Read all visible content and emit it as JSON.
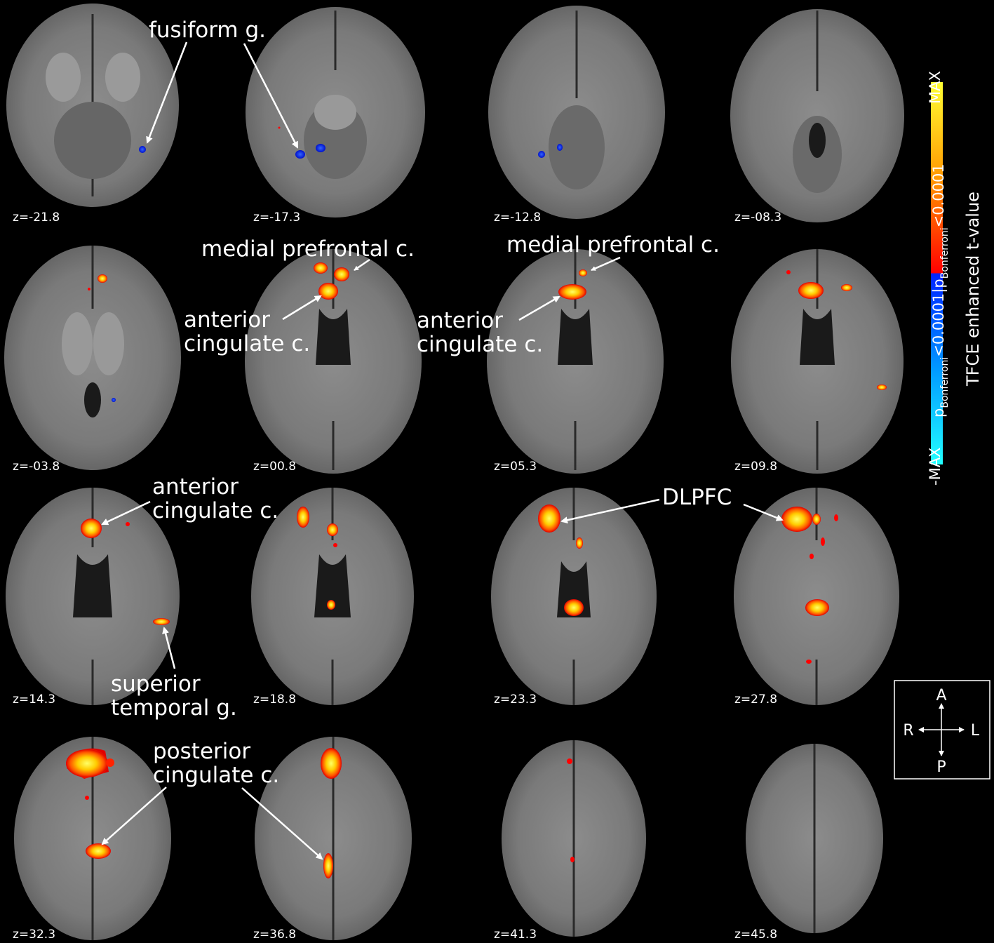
{
  "slices": [
    "z=-21.8",
    "z=-17.3",
    "z=-12.8",
    "z=-08.3",
    "z=-03.8",
    "z=00.8",
    "z=05.3",
    "z=09.8",
    "z=14.3",
    "z=18.8",
    "z=23.3",
    "z=27.8",
    "z=32.3",
    "z=36.8",
    "z=41.3",
    "z=45.8"
  ],
  "annotations": {
    "fusiform": "fusiform g.",
    "mpfc_1": "medial prefrontal c.",
    "mpfc_2": "medial prefrontal c.",
    "acc_1_line1": "anterior",
    "acc_1_line2": "cingulate c.",
    "acc_2_line1": "anterior",
    "acc_2_line2": "cingulate c.",
    "acc_3_line1": "anterior",
    "acc_3_line2": "cingulate c.",
    "stg_line1": "superior",
    "stg_line2": "temporal g.",
    "dlpfc": "DLPFC",
    "pcc_line1": "posterior",
    "pcc_line2": "cingulate c."
  },
  "colorbar": {
    "max_label": "MAX",
    "min_label": "-MAX",
    "title": "TFCE enhanced t-value",
    "sub_p": "p",
    "sub_bonferroni": "Bonferroni",
    "threshold": "<0.0001",
    "separator": "|",
    "colors": {
      "max": "#ffff33",
      "pos_threshold": "#ff0000",
      "neg_threshold": "#0022ff",
      "min": "#22ffff"
    }
  },
  "orientation": {
    "anterior": "A",
    "posterior": "P",
    "right": "R",
    "left": "L"
  }
}
